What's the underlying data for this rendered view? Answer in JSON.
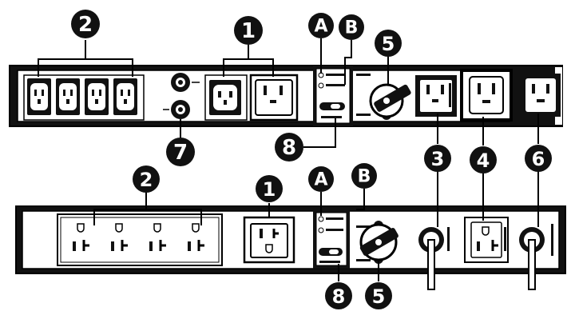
{
  "callouts": {
    "top_outlets_group": "2",
    "top_input_outlets": "1",
    "top_led_a": "A",
    "top_led_b": "B",
    "top_switch": "5",
    "top_breaker": "7",
    "top_switch_small": "8",
    "top_cord1": "3",
    "top_cord2": "4",
    "top_cord3": "6",
    "bottom_outlets_group": "2",
    "bottom_input_outlet": "1",
    "bottom_led_a": "A",
    "bottom_led_b": "B",
    "bottom_switch_small": "8",
    "bottom_switch": "5"
  },
  "colors": {
    "ink": "#1a1a1a",
    "paper": "#ffffff"
  }
}
